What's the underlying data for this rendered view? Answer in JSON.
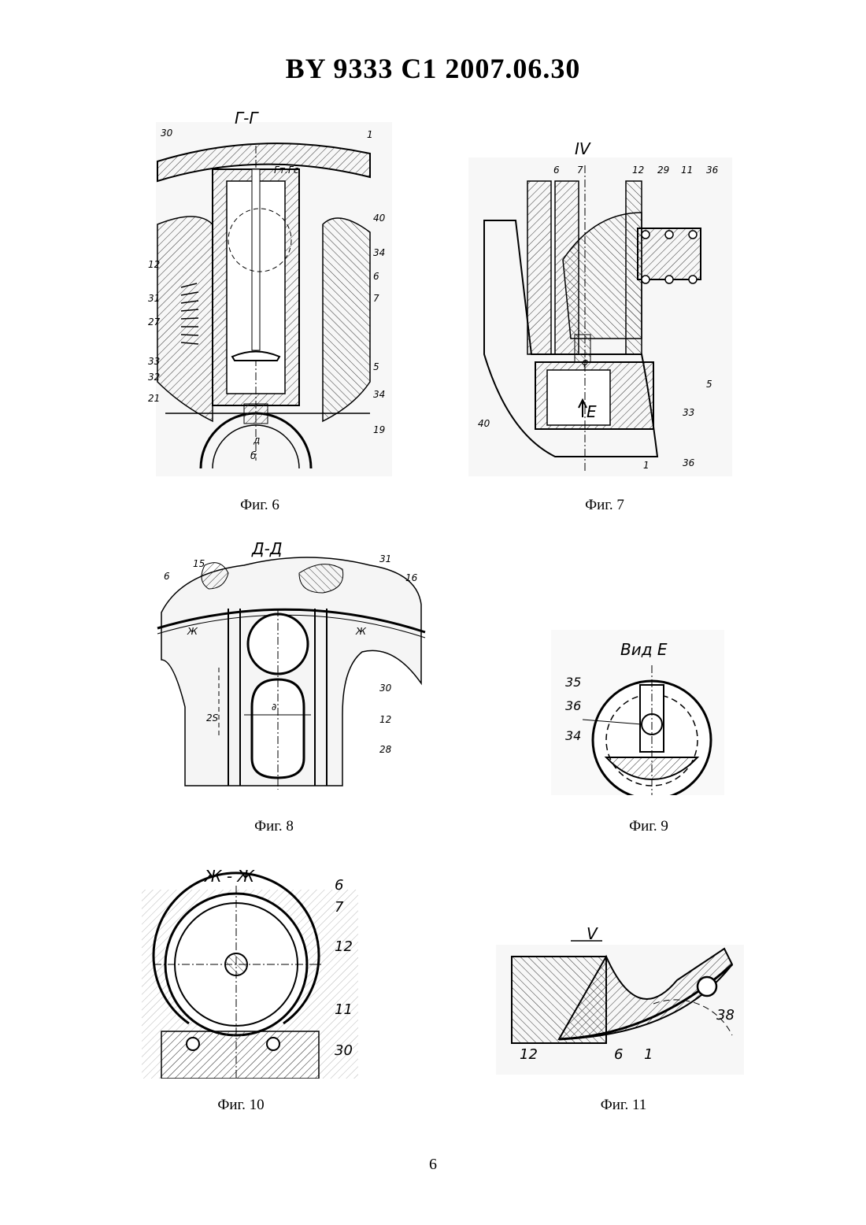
{
  "header": {
    "title": "BY  9333  C1  2007.06.30"
  },
  "figures": [
    {
      "id": "fig6",
      "caption": "Фиг. 6",
      "section_title": "Г-Г",
      "force_labels": [
        "Fт.",
        "Fc"
      ],
      "part_labels": [
        "30",
        "1",
        "40",
        "34",
        "6",
        "7",
        "12",
        "31",
        "27",
        "33",
        "32",
        "5",
        "34",
        "21",
        "19",
        "д",
        "б"
      ]
    },
    {
      "id": "fig7",
      "caption": "Фиг. 7",
      "section_title": "IV",
      "part_labels": [
        "6",
        "7",
        "12",
        "29",
        "11",
        "36",
        "5",
        "33",
        "36",
        "1",
        "40",
        "Е",
        "φ"
      ]
    },
    {
      "id": "fig8",
      "caption": "Фиг. 8",
      "section_title": "Д-Д",
      "part_labels": [
        "6",
        "15",
        "31",
        "16",
        "Ж",
        "Ж",
        "30",
        "12",
        "28",
        "2S",
        "∂"
      ]
    },
    {
      "id": "fig9",
      "caption": "Фиг. 9",
      "section_title": "Вид Е",
      "part_labels": [
        "35",
        "36",
        "34"
      ]
    },
    {
      "id": "fig10",
      "caption": "Фиг. 10",
      "section_title": "Ж - Ж",
      "part_labels": [
        "6",
        "7",
        "12",
        "11",
        "30"
      ]
    },
    {
      "id": "fig11",
      "caption": "Фиг. 11",
      "section_title": "V",
      "part_labels": [
        "12",
        "6",
        "1",
        "38"
      ]
    }
  ],
  "page_number": "6"
}
